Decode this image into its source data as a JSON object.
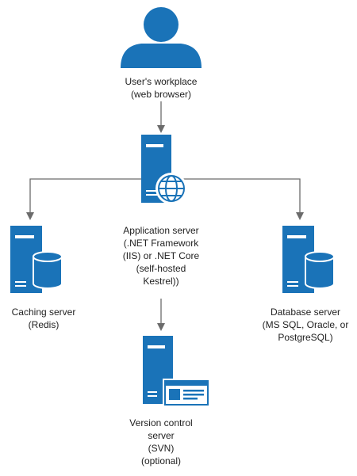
{
  "colors": {
    "accent": "#1a73b8",
    "accent_dark": "#0f5c99",
    "stripe": "#ffffff",
    "connector": "#6b6b6b",
    "text": "#222222"
  },
  "nodes": {
    "workplace": {
      "icon": "user-icon",
      "label_lines": [
        "User's workplace",
        "(web browser)"
      ]
    },
    "app_server": {
      "icon": "server-with-globe-icon",
      "label_lines": [
        "Application server",
        "(.NET Framework",
        "(IIS) or .NET Core",
        "(self-hosted",
        "Kestrel))"
      ]
    },
    "cache_server": {
      "icon": "server-with-database-icon",
      "label_lines": [
        "Caching server",
        "(Redis)"
      ]
    },
    "db_server": {
      "icon": "server-with-database-icon",
      "label_lines": [
        "Database server",
        "(MS SQL, Oracle, or",
        "PostgreSQL)"
      ]
    },
    "vcs_server": {
      "icon": "server-with-window-icon",
      "label_lines": [
        "Version control",
        "server",
        "(SVN)",
        "(optional)"
      ]
    }
  }
}
